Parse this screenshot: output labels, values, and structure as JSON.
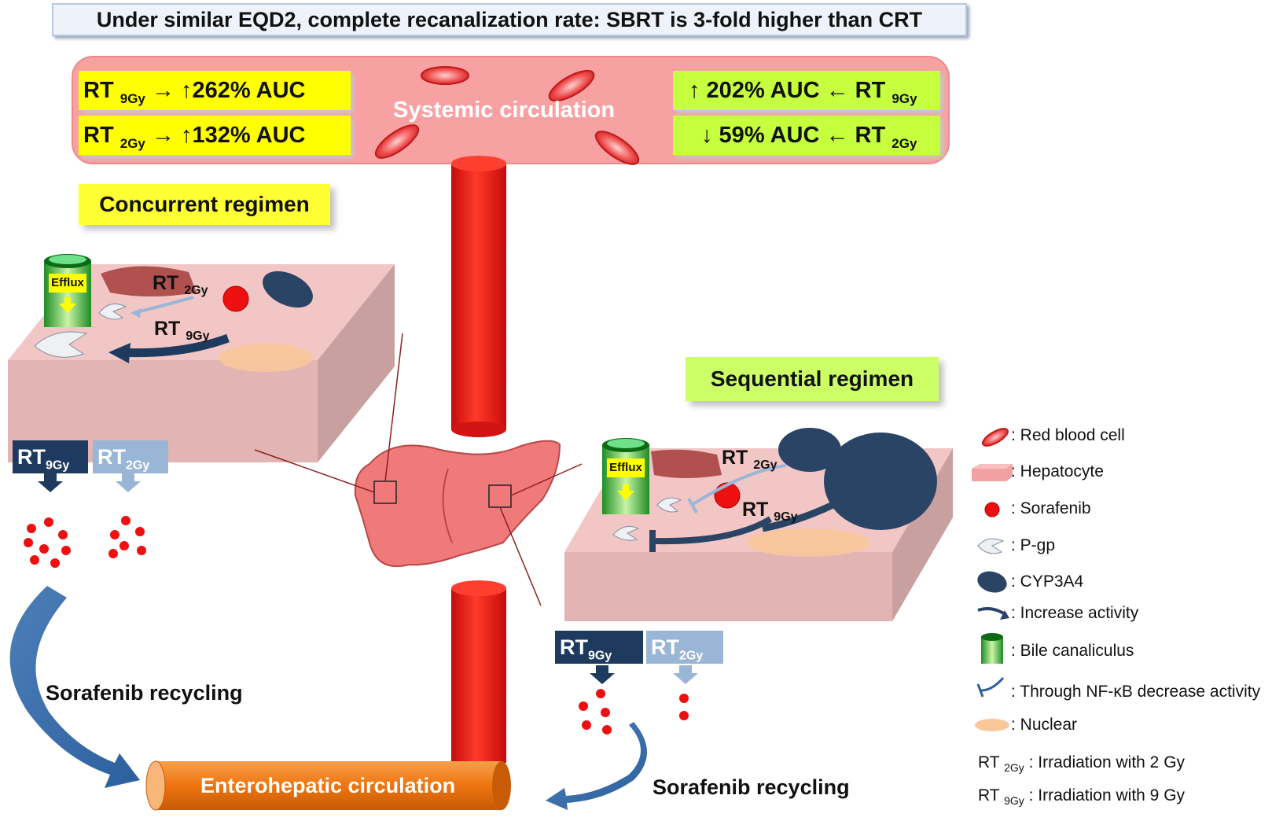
{
  "title": "Under similar EQD2, complete recanalization rate: SBRT is 3-fold higher than CRT",
  "systemic": {
    "label": "Systemic circulation",
    "left_pk": [
      {
        "rt": "RT",
        "dose": "9Gy",
        "effect": "→ ↑262% AUC"
      },
      {
        "rt": "RT",
        "dose": "2Gy",
        "effect": "→ ↑132% AUC"
      }
    ],
    "right_pk": [
      {
        "effect": "↑ 202% AUC ←",
        "rt": "RT",
        "dose": "9Gy"
      },
      {
        "effect": "↓ 59% AUC ←",
        "rt": "RT",
        "dose": "2Gy"
      }
    ]
  },
  "concurrent": {
    "label": "Concurrent regimen",
    "efflux": "Efflux",
    "rt_top": {
      "rt": "RT",
      "dose": "2Gy"
    },
    "rt_bottom": {
      "rt": "RT",
      "dose": "9Gy"
    },
    "chips": [
      {
        "rt": "RT",
        "dose": "9Gy"
      },
      {
        "rt": "RT",
        "dose": "2Gy"
      }
    ],
    "recycling": "Sorafenib recycling"
  },
  "sequential": {
    "label": "Sequential regimen",
    "efflux": "Efflux",
    "rt_top": {
      "rt": "RT",
      "dose": "2Gy"
    },
    "rt_bottom": {
      "rt": "RT",
      "dose": "9Gy"
    },
    "chips": [
      {
        "rt": "RT",
        "dose": "9Gy"
      },
      {
        "rt": "RT",
        "dose": "2Gy"
      }
    ],
    "recycling": "Sorafenib recycling"
  },
  "enterohepatic": "Enterohepatic circulation",
  "legend": [
    {
      "icon": "red-blood-cell-icon",
      "text": ": Red blood cell"
    },
    {
      "icon": "hepatocyte-icon",
      "text": ": Hepatocyte"
    },
    {
      "icon": "sorafenib-icon",
      "text": ": Sorafenib"
    },
    {
      "icon": "p-gp-icon",
      "text": ": P-gp"
    },
    {
      "icon": "cyp3a4-icon",
      "text": ": CYP3A4"
    },
    {
      "icon": "increase-activity-icon",
      "text": ": Increase activity"
    },
    {
      "icon": "bile-canaliculus-icon",
      "text": ": Bile canaliculus"
    },
    {
      "icon": "nf-kb-inhibit-icon",
      "text": ": Through NF-κB decrease activity"
    },
    {
      "icon": "nuclear-icon",
      "text": ": Nuclear"
    }
  ],
  "legend_rt": [
    {
      "rt": "RT",
      "dose": "2Gy",
      "text": ": Irradiation with 2 Gy"
    },
    {
      "rt": "RT",
      "dose": "9Gy",
      "text": ": Irradiation with 9 Gy"
    }
  ],
  "colors": {
    "blood_vessel": "#ee1c1c",
    "systemic_band": "#f7a1a3",
    "hepatocyte_top": "#f2c6c4",
    "hepatocyte_side": "#d7a8a8",
    "liver": "#f0797a",
    "cyp3a4": "#2a4466",
    "rt9_chip": "#1f3a5f",
    "rt2_chip": "#9ab6d6",
    "enterohepatic": "#f07d14",
    "pk_yellow": "#ffff00",
    "pk_green": "#c6ff3d"
  }
}
